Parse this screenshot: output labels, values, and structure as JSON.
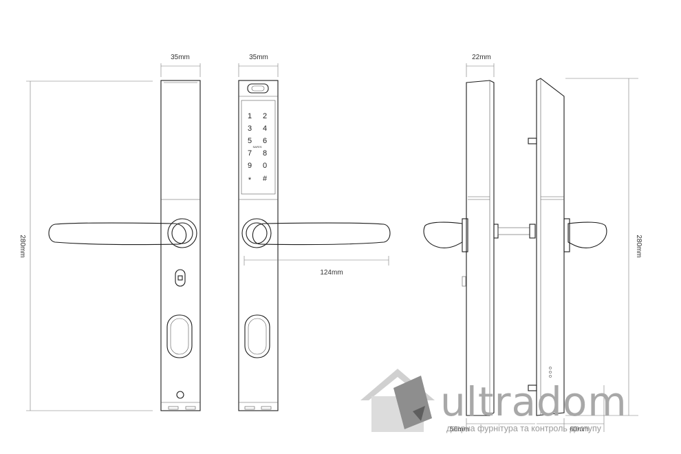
{
  "dimensions": {
    "front_width": "35mm",
    "keypad_width": "35mm",
    "handle_length": "124mm",
    "height_left": "280mm",
    "height_right": "280mm",
    "side_depth": "22mm",
    "side_inner": "56mm",
    "side_outer": "60mm"
  },
  "keypad": {
    "keys": [
      "1",
      "2",
      "3",
      "4",
      "5",
      "6",
      "7",
      "8",
      "9",
      "0",
      "*",
      "#"
    ],
    "small_label": "SAFES"
  },
  "watermark": {
    "brand": "ultradom",
    "tagline": "дверна фурнітура та контроль доступу",
    "color": "#a8a8a8"
  }
}
